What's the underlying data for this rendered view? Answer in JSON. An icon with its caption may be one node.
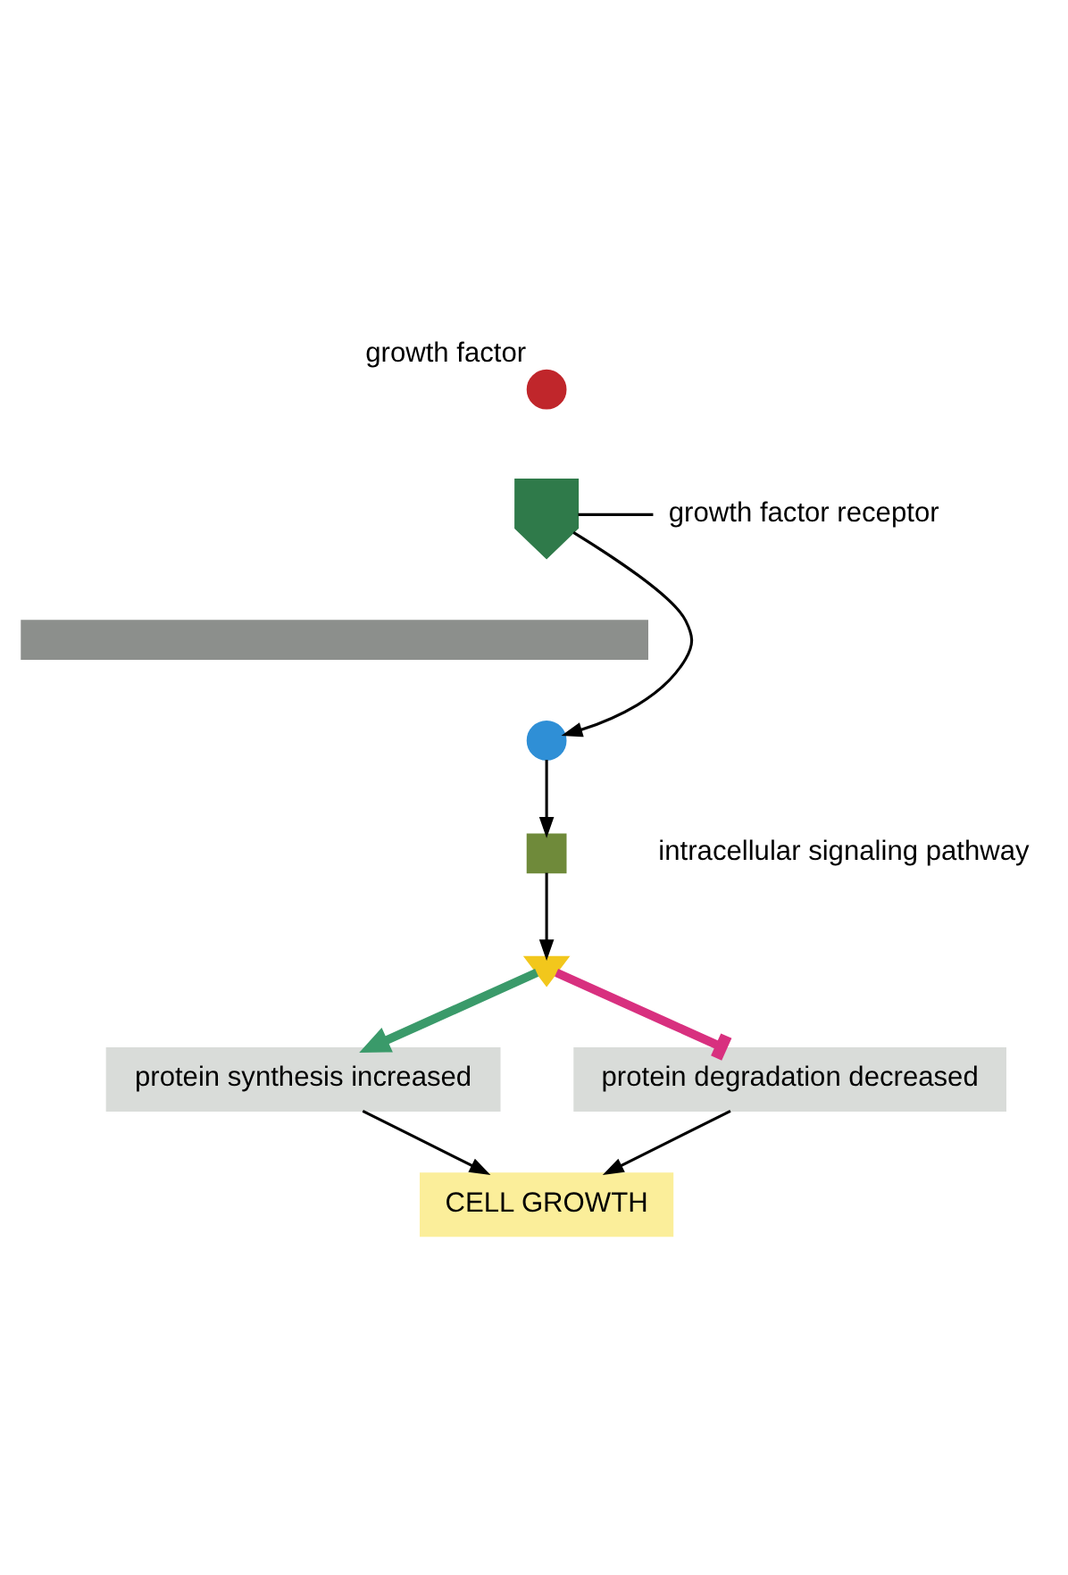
{
  "diagram": {
    "nodes": [
      {
        "text": [],
        "shape": "circle",
        "beside": [
          "growth factor"
        ]
      },
      {
        "text": [],
        "shape": "receptor"
      },
      {
        "text": [
          "growth factor receptor"
        ]
      },
      {
        "text": [],
        "shape": "bar"
      },
      {
        "text": [],
        "shape": "circle"
      },
      {
        "text": [],
        "shape": "box"
      },
      {
        "text": [],
        "shape": "triangle"
      },
      {
        "text": [
          "protein synthesis increased"
        ]
      },
      {
        "text": [
          "protein degradation decreased"
        ]
      },
      {
        "text": [
          "CELL GROWTH"
        ]
      }
    ],
    "edges": [
      {
        "from": 2,
        "to": 1,
        "arrow": "none"
      },
      {
        "from": 1,
        "to": 4,
        "arrow": "to"
      },
      {
        "from": 4,
        "to": 5,
        "arrow": "to"
      },
      {
        "from": 5,
        "to": 6,
        "arrow": "to"
      },
      {
        "from": 6,
        "to": 7,
        "arrow": "to",
        "style": "thick",
        "color": "#3a9a6a"
      },
      {
        "from": 6,
        "to": 8,
        "arrow": "other",
        "style": "thick",
        "color": "#d8307f"
      },
      {
        "from": 7,
        "to": 9,
        "arrow": "to"
      },
      {
        "from": 8,
        "to": 9,
        "arrow": "to"
      }
    ],
    "labels": [
      "intracellular signaling pathway"
    ]
  }
}
